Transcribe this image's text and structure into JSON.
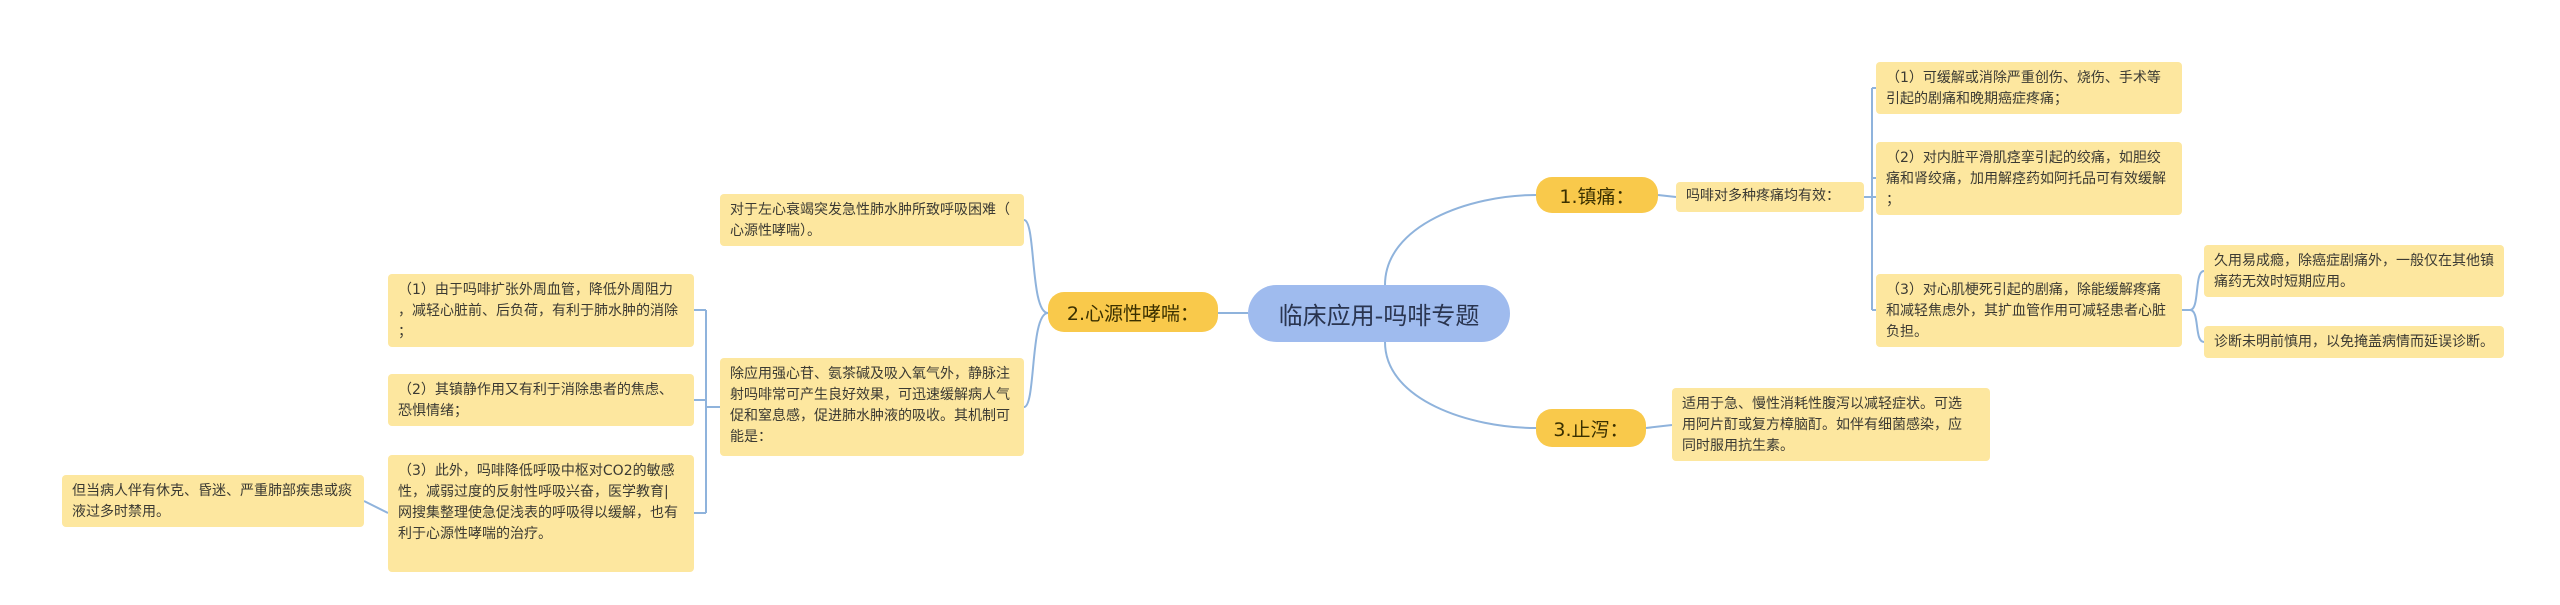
{
  "root": {
    "title": "临床应用-吗啡专题"
  },
  "branches": {
    "analgesia": {
      "label": "1.镇痛：",
      "summary": "吗啡对多种疼痛均有效：",
      "items": [
        {
          "lines": [
            "（1）可缓解或消除严重创伤、烧伤、手术等",
            "引起的剧痛和晚期癌症疼痛；"
          ]
        },
        {
          "lines": [
            "（2）对内脏平滑肌痉挛引起的绞痛，如胆绞",
            "痛和肾绞痛，加用解痉药如阿托品可有效缓解",
            "；"
          ]
        },
        {
          "lines": [
            "（3）对心肌梗死引起的剧痛，除能缓解疼痛",
            "和减轻焦虑外，其扩血管作用可减轻患者心脏",
            "负担。"
          ],
          "notes": [
            {
              "lines": [
                "久用易成瘾，除癌症剧痛外，一般仅在其他镇",
                "痛药无效时短期应用。"
              ]
            },
            {
              "lines": [
                "诊断未明前慎用，以免掩盖病情而延误诊断。"
              ]
            }
          ]
        }
      ]
    },
    "cardiac_asthma": {
      "label": "2.心源性哮喘：",
      "items": [
        {
          "lines": [
            "对于左心衰竭突发急性肺水肿所致呼吸困难（",
            "心源性哮喘）。"
          ]
        },
        {
          "lines": [
            "除应用强心苷、氨茶碱及吸入氧气外，静脉注",
            "射吗啡常可产生良好效果，可迅速缓解病人气",
            "促和窒息感，促进肺水肿液的吸收。其机制可",
            "能是："
          ],
          "mechanisms": [
            {
              "lines": [
                "（1）由于吗啡扩张外周血管，降低外周阻力",
                "，减轻心脏前、后负荷，有利于肺水肿的消除",
                "；"
              ]
            },
            {
              "lines": [
                "（2）其镇静作用又有利于消除患者的焦虑、",
                "恐惧情绪；"
              ]
            },
            {
              "lines": [
                "（3）此外，吗啡降低呼吸中枢对CO2的敏感",
                "性，减弱过度的反射性呼吸兴奋，医学教育|",
                "网搜集整理使急促浅表的呼吸得以缓解，也有",
                "利于心源性哮喘的治疗。"
              ],
              "note": {
                "lines": [
                  "但当病人伴有休克、昏迷、严重肺部疾患或痰",
                  "液过多时禁用。"
                ]
              }
            }
          ]
        }
      ]
    },
    "antidiarrheal": {
      "label": "3.止泻：",
      "detail": {
        "lines": [
          "适用于急、慢性消耗性腹泻以减轻症状。可选",
          "用阿片酊或复方樟脑酊。如伴有细菌感染，应",
          "同时服用抗生素。"
        ]
      }
    }
  },
  "colors": {
    "root": "#9fbbee",
    "branch": "#f9c94b",
    "leaf": "#fde79f",
    "link": "#8fb3dc"
  }
}
